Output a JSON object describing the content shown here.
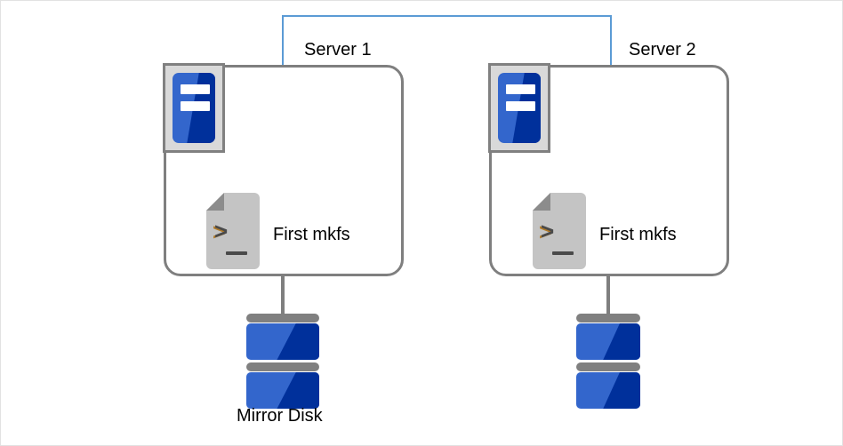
{
  "diagram": {
    "title": "Mirror Disk first mkfs on two servers",
    "background_color": "#ffffff",
    "border_color": "#e2e2e2"
  },
  "network": {
    "name": "interconnect-bracket",
    "color": "#5b9bd5"
  },
  "servers": [
    {
      "id": "server1",
      "label": "Server 1",
      "icon": "server-icon",
      "operation_icon": "terminal-script-icon",
      "operation_label": "First mkfs",
      "border_color": "#7f7f7f",
      "icon_color": "#3366cc"
    },
    {
      "id": "server2",
      "label": "Server 2",
      "icon": "server-icon",
      "operation_icon": "terminal-script-icon",
      "operation_label": "First mkfs",
      "border_color": "#7f7f7f",
      "icon_color": "#3366cc"
    }
  ],
  "disks": [
    {
      "id": "disk1",
      "label": "Mirror Disk",
      "icon": "disk-stack-icon",
      "color_light": "#3366cc",
      "color_dark": "#00309b",
      "bar_color": "#808080"
    },
    {
      "id": "disk2",
      "label": "",
      "icon": "disk-stack-icon",
      "color_light": "#3366cc",
      "color_dark": "#00309b",
      "bar_color": "#808080"
    }
  ],
  "connectors": {
    "color": "#7f7f7f",
    "server1_to_disk1": "vertical-link",
    "server2_to_disk2": "vertical-link"
  },
  "prompt_glyph": ">"
}
